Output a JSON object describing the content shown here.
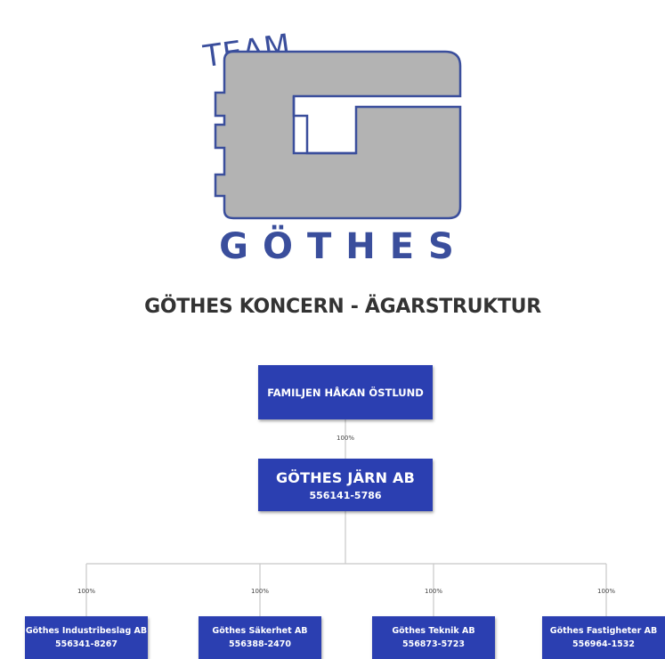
{
  "logo": {
    "team_text": "TEAM",
    "brand_text": "GÖTHES",
    "colors": {
      "primary": "#3a4e9c",
      "fill": "#b3b3b3"
    }
  },
  "page_title": "GÖTHES KONCERN - ÄGARSTRUKTUR",
  "org_chart": {
    "root": {
      "name": "FAMILJEN HÅKAN ÖSTLUND"
    },
    "root_to_main_pct": "100%",
    "main": {
      "name": "GÖTHES JÄRN AB",
      "org_no": "556141-5786"
    },
    "subsidiaries": [
      {
        "name": "Göthes Industribeslag AB",
        "org_no": "556341-8267",
        "pct": "100%"
      },
      {
        "name": "Göthes Säkerhet AB",
        "org_no": "556388-2470",
        "pct": "100%"
      },
      {
        "name": "Göthes Teknik AB",
        "org_no": "556873-5723",
        "pct": "100%"
      },
      {
        "name": "Göthes Fastigheter AB",
        "org_no": "556964-1532",
        "pct": "100%"
      }
    ],
    "colors": {
      "box": "#2b3fb1",
      "line": "#c8c8c8"
    }
  }
}
